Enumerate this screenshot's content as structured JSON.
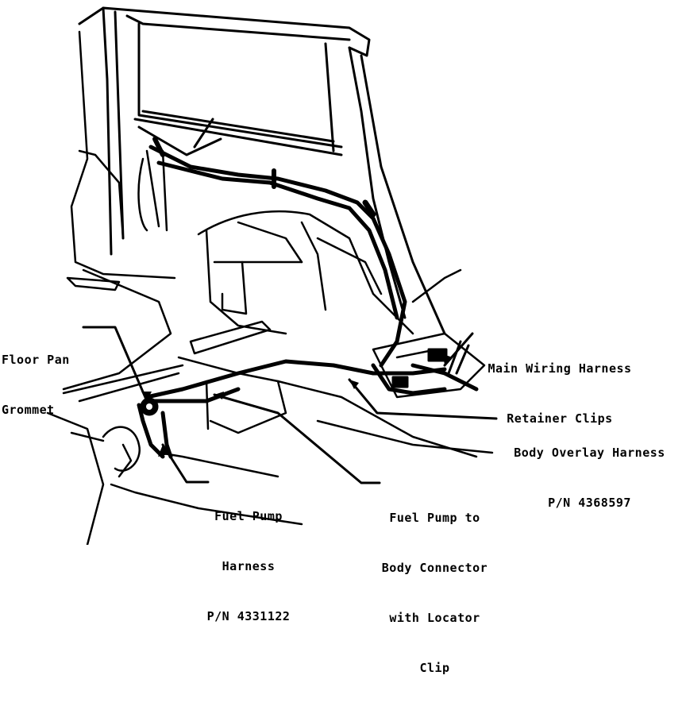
{
  "labels": {
    "floor_pan_grommet": [
      "Floor Pan",
      "Grommet"
    ],
    "main_wiring_harness": [
      "Main Wiring Harness",
      "Retainer Clips"
    ],
    "body_overlay_harness": [
      "Body Overlay Harness",
      "P/N 4368597"
    ],
    "fuel_pump_harness": [
      "Fuel Pump",
      "Harness",
      "P/N 4331122"
    ],
    "fuel_pump_connector": [
      "Fuel Pump to",
      "Body Connector",
      "with Locator",
      "Clip"
    ]
  },
  "colors": {
    "ink": "#000000",
    "paper": "#ffffff"
  }
}
